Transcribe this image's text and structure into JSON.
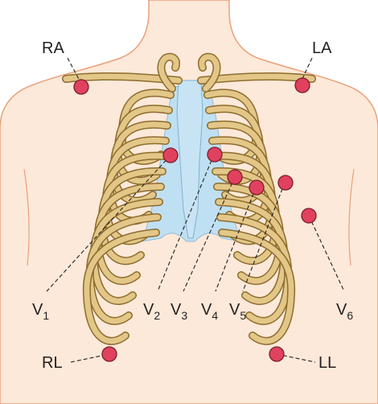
{
  "labels": {
    "ra": "RA",
    "la": "LA",
    "rl": "RL",
    "ll": "LL",
    "v1": {
      "main": "V",
      "sub": "1"
    },
    "v2": {
      "main": "V",
      "sub": "2"
    },
    "v3": {
      "main": "V",
      "sub": "3"
    },
    "v4": {
      "main": "V",
      "sub": "4"
    },
    "v5": {
      "main": "V",
      "sub": "5"
    },
    "v6": {
      "main": "V",
      "sub": "6"
    }
  },
  "colors": {
    "electrode": "#e0415e",
    "skin": "#fde9d9",
    "bone": "#e3c788",
    "cartilage": "#bfe0f2"
  }
}
